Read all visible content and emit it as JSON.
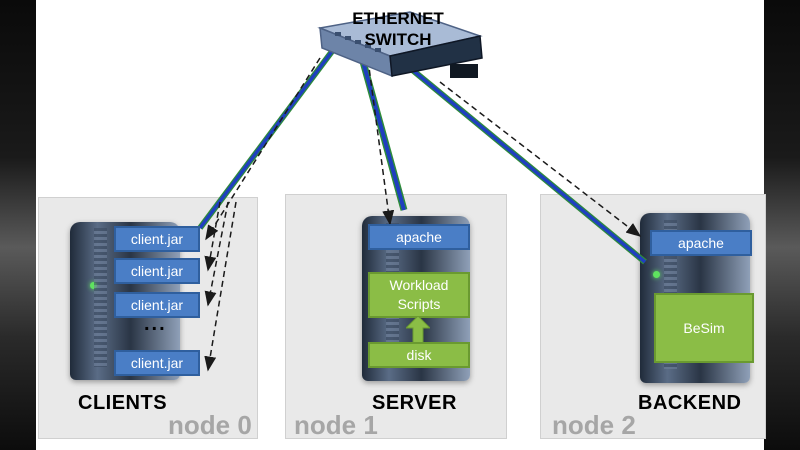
{
  "switch": {
    "label_line1": "ETHERNET",
    "label_line2": "SWITCH"
  },
  "nodes": [
    {
      "role": "CLIENTS",
      "node_label": "node 0",
      "components": [
        "client.jar",
        "client.jar",
        "client.jar",
        "...",
        "client.jar"
      ]
    },
    {
      "role": "SERVER",
      "node_label": "node 1",
      "components": [
        "apache",
        "Workload Scripts",
        "disk"
      ]
    },
    {
      "role": "BACKEND",
      "node_label": "node 2",
      "components": [
        "apache",
        "BeSim"
      ]
    }
  ],
  "colors": {
    "component_blue": "#4a7ec6",
    "component_green": "#8bbd46",
    "node_label_gray": "#a6a6a6",
    "cable_blue": "#1f3fbf",
    "cable_green": "#2e8b3a"
  }
}
